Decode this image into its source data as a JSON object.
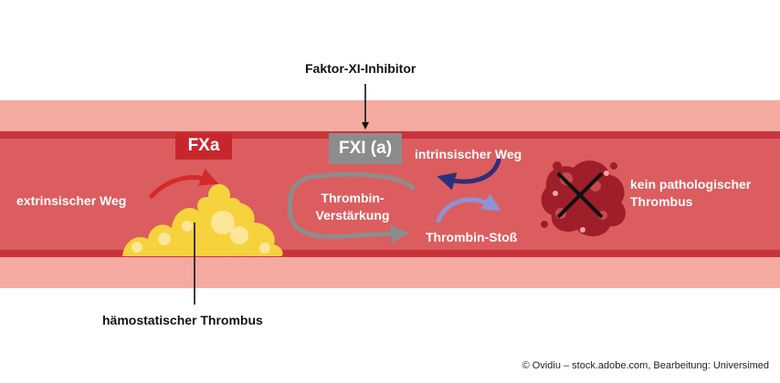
{
  "labels": {
    "inhibitor": "Faktor-XI-Inhibitor",
    "fxa": "FXa",
    "fxi": "FXI (a)",
    "extrinsic": "extrinsischer Weg",
    "amplification_line1": "Thrombin-",
    "amplification_line2": "Verstärkung",
    "intrinsic": "intrinsischer Weg",
    "burst": "Thrombin-Stoß",
    "no_thrombus_line1": "kein pathologischer",
    "no_thrombus_line2": "Thrombus",
    "hemostatic": "hämostatischer Thrombus"
  },
  "credit": "© Ovidiu – stock.adobe.com, Bearbeitung: Universimed",
  "colors": {
    "vessel_outer": "#f4aaa0",
    "vessel_wall": "#c9343a",
    "vessel_lumen": "#dc5d5f",
    "fxa_badge": "#c8262d",
    "fxi_badge": "#8c8c8c",
    "thrombus": "#f6d23c",
    "thrombus_light": "#fbe69a",
    "clot": "#9e1f2a",
    "clot_light": "#c64a50",
    "arrow_red": "#d42a2a",
    "arrow_gray": "#8d8d8d",
    "arrow_dark_blue": "#2e2f7a",
    "arrow_light_blue": "#8e93d2"
  }
}
